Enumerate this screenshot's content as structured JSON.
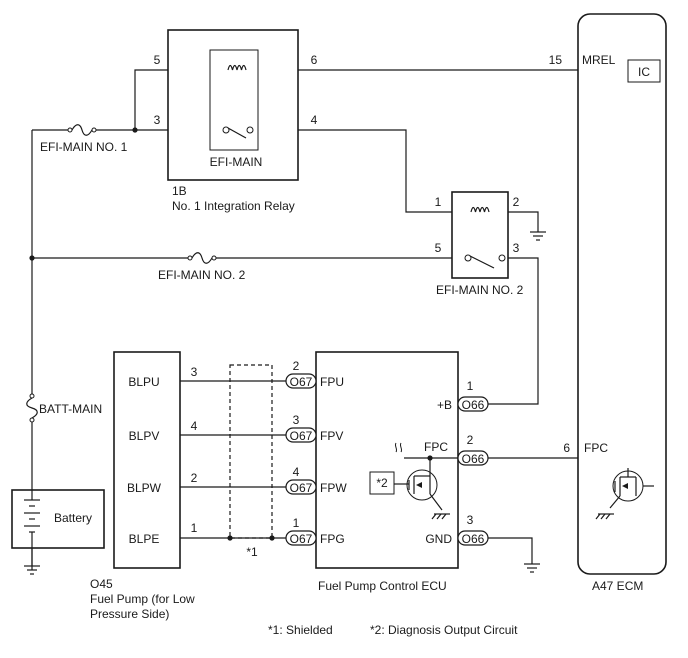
{
  "relay_1b": {
    "block_label": "EFI-MAIN",
    "connector": "1B",
    "name": "No. 1 Integration Relay",
    "pins": {
      "p5": "5",
      "p6": "6",
      "p3": "3",
      "p4": "4"
    }
  },
  "relay_efi2": {
    "label": "EFI-MAIN NO. 2",
    "pins": {
      "p1": "1",
      "p2": "2",
      "p5": "5",
      "p3": "3"
    }
  },
  "fuses": {
    "efi_main_no1": "EFI-MAIN NO. 1",
    "efi_main_no2": "EFI-MAIN NO. 2",
    "batt_main": "BATT-MAIN"
  },
  "battery": {
    "label": "Battery"
  },
  "ecm": {
    "label": "A47  ECM",
    "ic_label": "IC",
    "mrel_pin": "15",
    "mrel_label": "MREL",
    "fpc_pin": "6",
    "fpc_label": "FPC"
  },
  "fuel_pump": {
    "connector": "O45",
    "name_line1": "Fuel Pump (for Low",
    "name_line2": "Pressure Side)",
    "terminals": [
      {
        "label": "BLPU",
        "pin": "3"
      },
      {
        "label": "BLPV",
        "pin": "4"
      },
      {
        "label": "BLPW",
        "pin": "2"
      },
      {
        "label": "BLPE",
        "pin": "1"
      }
    ]
  },
  "pump_ecu": {
    "name": "Fuel Pump Control ECU",
    "left_terminals": [
      {
        "pin": "2",
        "conn": "O67",
        "label": "FPU"
      },
      {
        "pin": "3",
        "conn": "O67",
        "label": "FPV"
      },
      {
        "pin": "4",
        "conn": "O67",
        "label": "FPW"
      },
      {
        "pin": "1",
        "conn": "O67",
        "label": "FPG"
      }
    ],
    "right_terminals": [
      {
        "pin": "1",
        "conn": "O66",
        "label": "+B"
      },
      {
        "pin": "2",
        "conn": "O66",
        "label": "FPC"
      },
      {
        "pin": "3",
        "conn": "O66",
        "label": "GND"
      }
    ],
    "diag_box": "*2"
  },
  "shield_mark": "*1",
  "notes": {
    "shielded": "*1: Shielded",
    "diagnosis": "*2: Diagnosis Output Circuit"
  }
}
